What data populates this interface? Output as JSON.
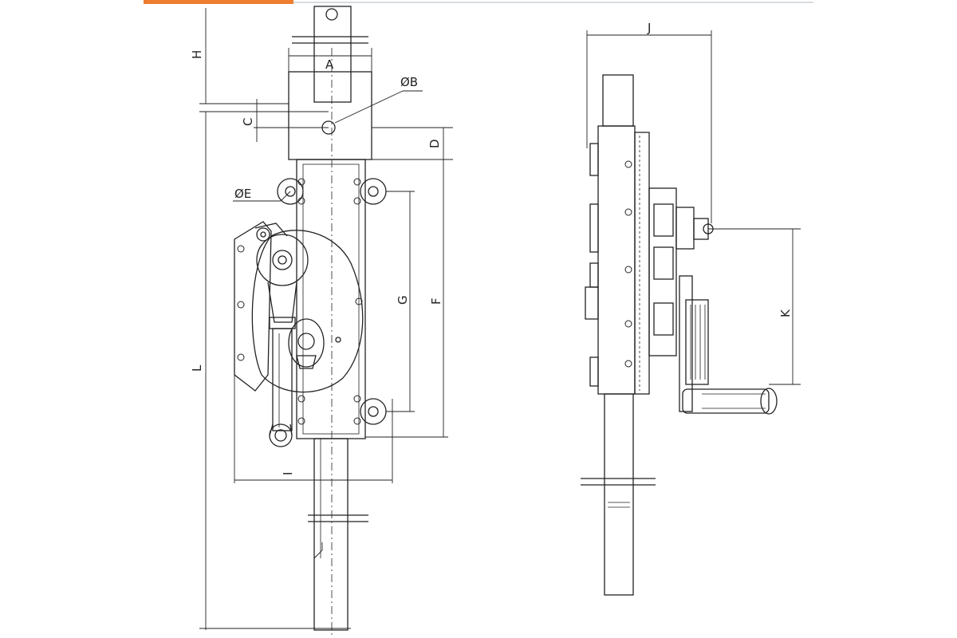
{
  "header": {
    "accent_color": "#ee7d31",
    "rule_color": "#d8dbe0"
  },
  "drawing": {
    "stroke_color": "#222222",
    "front_view": {
      "dimensions": {
        "A": "A",
        "B": "ØB",
        "C": "C",
        "D": "D",
        "E": "ØE",
        "F": "F",
        "G": "G",
        "H": "H",
        "I": "I",
        "L": "L"
      }
    },
    "side_view": {
      "dimensions": {
        "J": "J",
        "K": "K"
      }
    }
  }
}
